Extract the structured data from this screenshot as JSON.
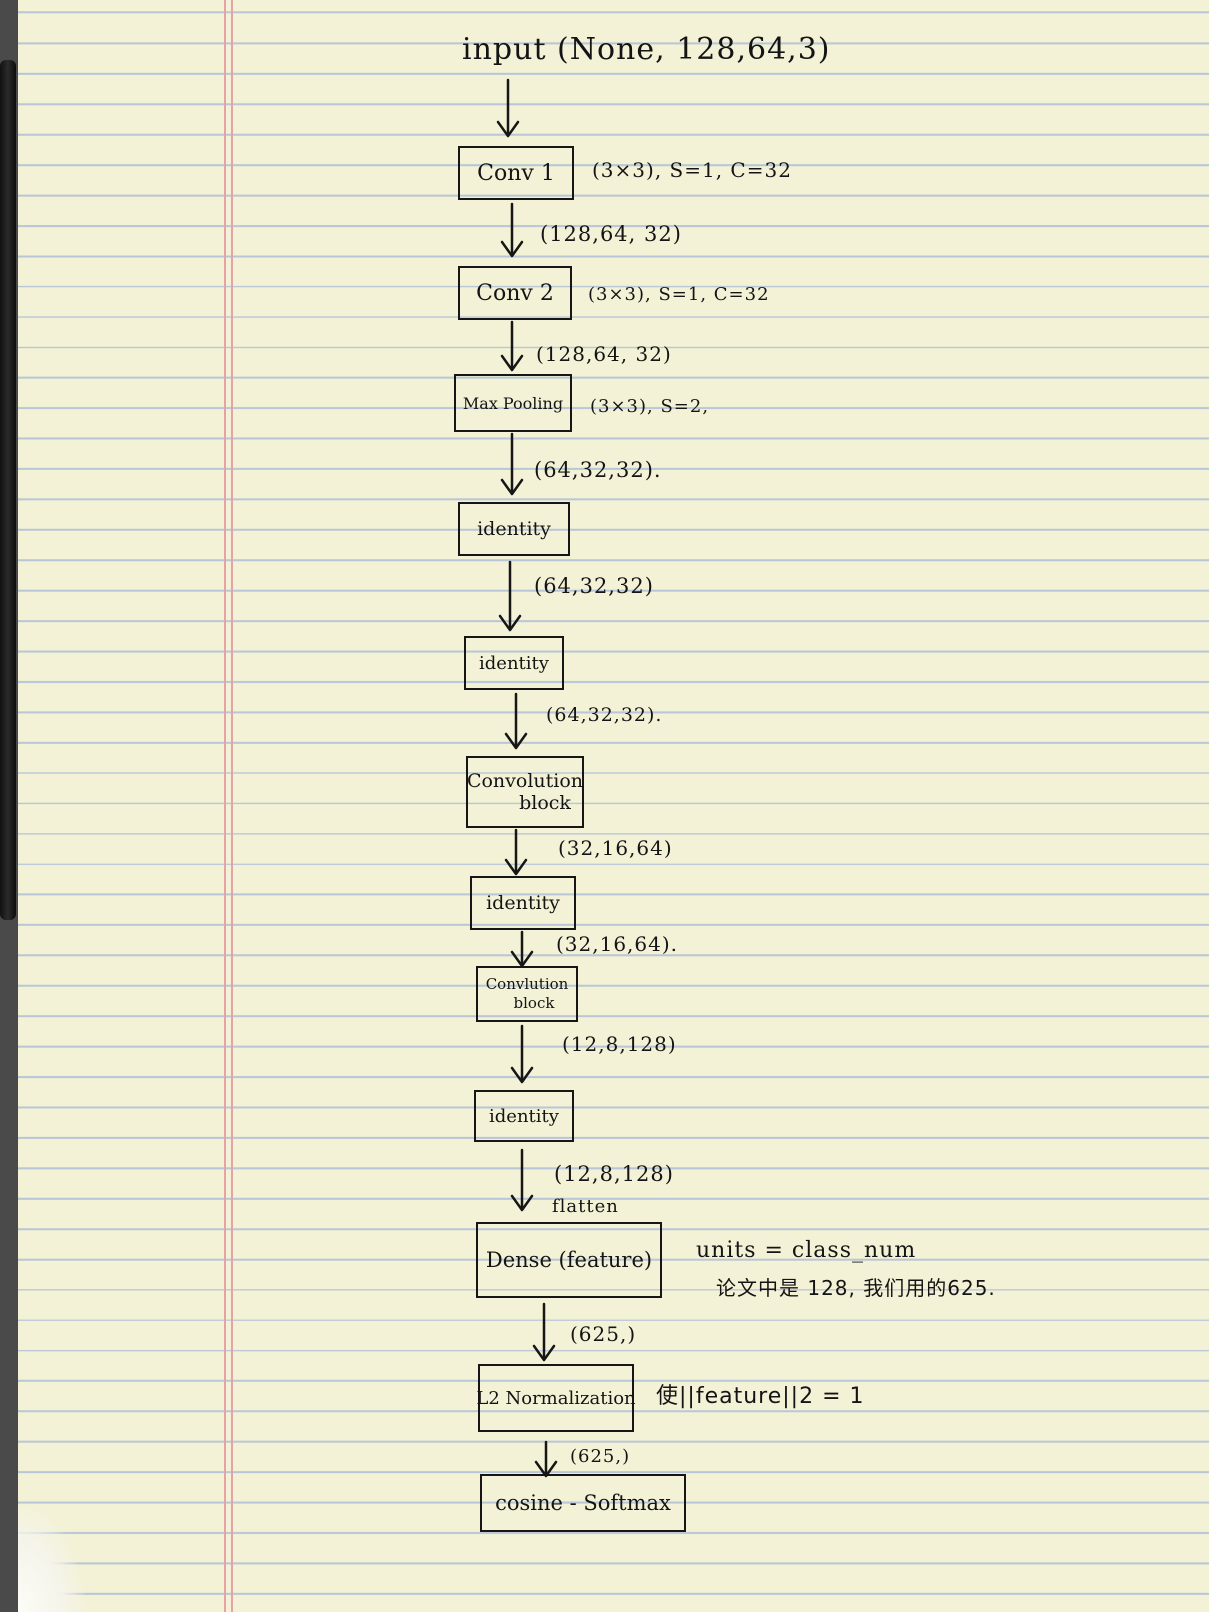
{
  "input": {
    "text": "input (None, 128,64,3)"
  },
  "layers": [
    {
      "label": "Conv 1",
      "params": "(3×3), S=1, C=32",
      "output": "(128,64, 32)"
    },
    {
      "label": "Conv 2",
      "params": "(3×3), S=1, C=32",
      "output": "(128,64, 32)"
    },
    {
      "label": "Max Pooling",
      "params": "(3×3), S=2,",
      "output": "(64,32,32)."
    },
    {
      "label": "identity",
      "output": "(64,32,32)"
    },
    {
      "label": "identity",
      "output": "(64,32,32)."
    },
    {
      "label_line1": "Convolution",
      "label_line2": "block",
      "output": "(32,16,64)"
    },
    {
      "label": "identity",
      "output": "(32,16,64)."
    },
    {
      "label_line1": "Convlution",
      "label_line2": "block",
      "output": "(12,8,128)"
    },
    {
      "label": "identity",
      "output": "(12,8,128)",
      "note": "flatten"
    },
    {
      "label": "Dense (feature)",
      "note_line1": "units = class_num",
      "note_line2": "论文中是 128, 我们用的625.",
      "output": "(625,)"
    },
    {
      "label": "L2 Normalization",
      "note": "使||feature||2 = 1",
      "output": "(625,)"
    },
    {
      "label": "cosine - Softmax"
    }
  ]
}
